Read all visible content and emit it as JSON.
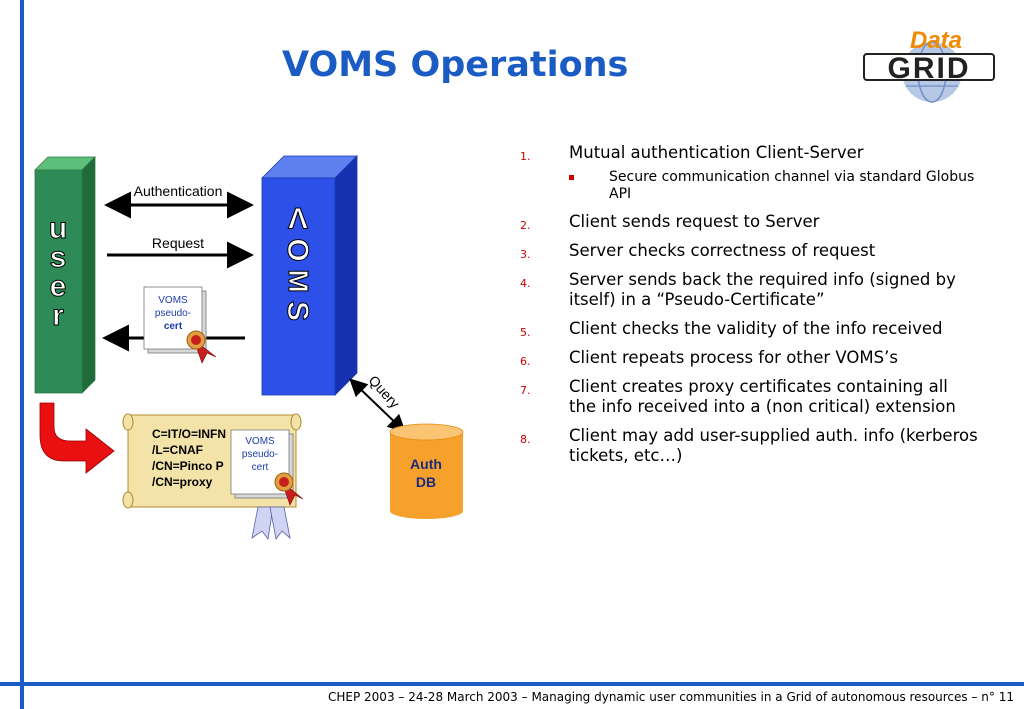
{
  "title": "VOMS Operations",
  "logo": {
    "top": "Data",
    "bottom": "GRID"
  },
  "diagram": {
    "user_label": [
      "u",
      "s",
      "e",
      "r"
    ],
    "voms_label": [
      "V",
      "O",
      "M",
      "S"
    ],
    "authentication_label": "Authentication",
    "request_label": "Request",
    "query_label": "Query",
    "pseudo_cert": [
      "VOMS",
      "pseudo-",
      "cert"
    ],
    "auth_db": [
      "Auth",
      "DB"
    ],
    "proxy_lines": [
      "C=IT/O=INFN",
      "/L=CNAF",
      "/CN=Pinco P",
      "/CN=proxy"
    ],
    "proxy_cert": [
      "VOMS",
      "pseudo-",
      "cert"
    ]
  },
  "steps": [
    {
      "num": "1.",
      "text": "Mutual authentication Client-Server",
      "sub": [
        "Secure communication channel via standard Globus API"
      ]
    },
    {
      "num": "2.",
      "text": "Client sends request to Server",
      "sub": []
    },
    {
      "num": "3.",
      "text": "Server checks correctness of request",
      "sub": []
    },
    {
      "num": "4.",
      "text": "Server sends back the required info (signed by itself) in a “Pseudo-Certificate”",
      "sub": []
    },
    {
      "num": "5.",
      "text": "Client checks the validity of the info received",
      "sub": []
    },
    {
      "num": "6.",
      "text": "Client repeats process for other VOMS’s",
      "sub": []
    },
    {
      "num": "7.",
      "text": "Client creates proxy certificates containing all the info received into a (non critical) extension",
      "sub": []
    },
    {
      "num": "8.",
      "text": "Client may add user-supplied auth. info (kerberos tickets, etc…)",
      "sub": []
    }
  ],
  "footer": "CHEP 2003 – 24-28 March 2003 – Managing dynamic user communities in a Grid of autonomous resources  –  n° 11"
}
